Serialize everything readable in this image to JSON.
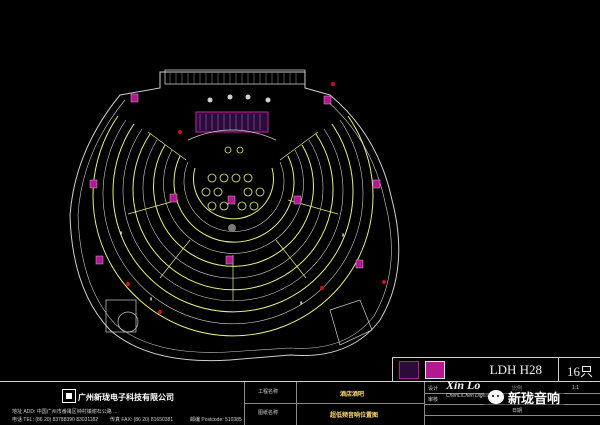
{
  "colors": {
    "background": "#000000",
    "wall": "#cfcfcf",
    "seating": "#e8f27a",
    "speaker": "#b3198f",
    "red_marker": "#d01010",
    "stage_rail": "#cfcfcf"
  },
  "legend": {
    "model": "LDH   H28",
    "quantity": "16只",
    "swatch_left_color": "#7a1fb0",
    "swatch_right_color": "#b3198f"
  },
  "title_block": {
    "company_name": "广州新珑电子科技有限公司",
    "address": "地址 ADD: 中国广州市番禺区钟村镇谢石公路 ...",
    "tel": "电话 TEL: (86 20) 83788390   83031182",
    "fax": "传真 FAX: (86 20) 81650381",
    "postcode": "邮编 Postcode: 510385",
    "project_label_top": "工程名称",
    "project_label_bottom": "图纸名称",
    "project_name": "酒店酒吧",
    "drawing_name": "超低频音响位置图",
    "design_label": "设计",
    "check_label": "审核",
    "scale_label": "比例",
    "scale_value": "1:1",
    "date_label": "日期"
  },
  "watermark": {
    "big": "Xin Lo",
    "small": "ChenLiChen Digital..."
  },
  "wechat": {
    "account": "新珑音响"
  }
}
